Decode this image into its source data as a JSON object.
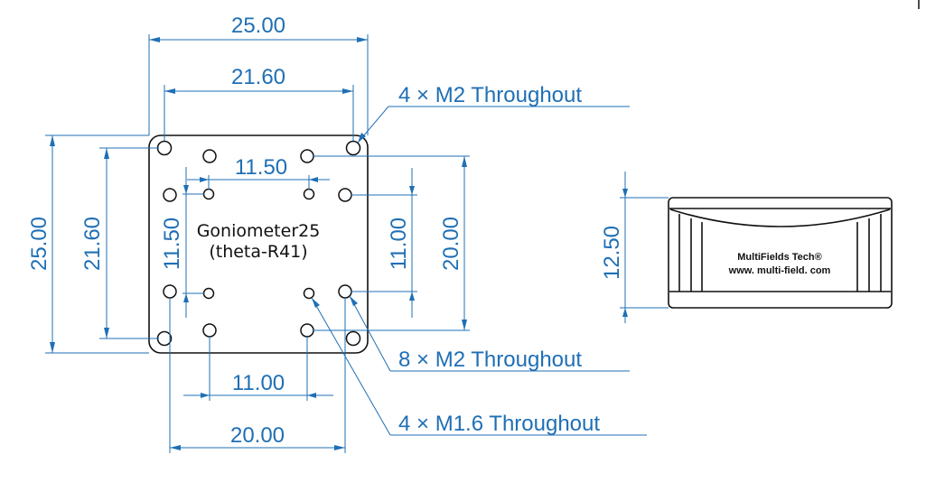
{
  "top_view": {
    "dim_width_outer": "25.00",
    "dim_width_holes": "21.60",
    "dim_height_outer": "25.00",
    "dim_height_holes": "21.60",
    "dim_inner_horizontal": "11.50",
    "dim_inner_vertical": "11.50",
    "dim_right_inner": "11.00",
    "dim_right_outer": "20.00",
    "dim_bottom_inner": "11.00",
    "dim_bottom_outer": "20.00",
    "label_line1": "Goniometer25",
    "label_line2": "(theta-R41)"
  },
  "callouts": {
    "corner_holes": "4 × M2 Throughout",
    "mid_holes": "8 × M2 Throughout",
    "small_holes": "4 × M1.6 Throughout"
  },
  "side_view": {
    "dim_height": "12.50",
    "brand_line1": "MultiFields Tech®",
    "brand_line2": "www. multi-field. com"
  }
}
